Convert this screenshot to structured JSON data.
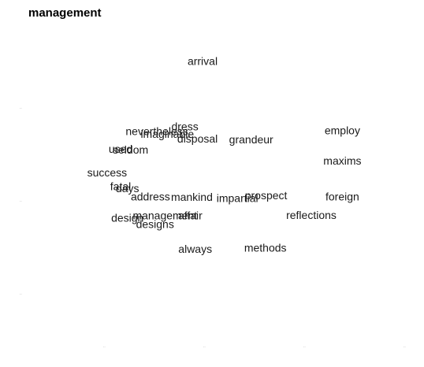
{
  "chart_data": {
    "type": "scatter",
    "title": "management",
    "xlabel": "",
    "ylabel": "",
    "x_ticks": [
      "..",
      "..",
      "..",
      ".."
    ],
    "y_ticks": [
      "..",
      "..",
      ".."
    ],
    "xlim": [
      0,
      100
    ],
    "ylim": [
      0,
      100
    ],
    "grid": false,
    "points": [
      {
        "label": "arrival",
        "x": 46.7,
        "y": 86.0
      },
      {
        "label": "dress",
        "x": 42.1,
        "y": 66.2
      },
      {
        "label": "nevertheless",
        "x": 34.8,
        "y": 64.8
      },
      {
        "label": "imaginable",
        "x": 37.5,
        "y": 64.0
      },
      {
        "label": "disposal",
        "x": 45.4,
        "y": 62.6
      },
      {
        "label": "grandeur",
        "x": 59.4,
        "y": 62.3
      },
      {
        "label": "employ",
        "x": 83.2,
        "y": 65.0
      },
      {
        "label": "used",
        "x": 25.3,
        "y": 59.4
      },
      {
        "label": "seldom",
        "x": 27.9,
        "y": 59.2
      },
      {
        "label": "maxims",
        "x": 83.2,
        "y": 55.9
      },
      {
        "label": "success",
        "x": 21.8,
        "y": 52.3
      },
      {
        "label": "fatal",
        "x": 25.3,
        "y": 48.1
      },
      {
        "label": "days",
        "x": 27.1,
        "y": 47.5
      },
      {
        "label": "address",
        "x": 33.1,
        "y": 45.0
      },
      {
        "label": "mankind",
        "x": 43.9,
        "y": 44.9
      },
      {
        "label": "impartial",
        "x": 55.8,
        "y": 44.6
      },
      {
        "label": "prospect",
        "x": 63.3,
        "y": 45.4
      },
      {
        "label": "foreign",
        "x": 83.2,
        "y": 45.1
      },
      {
        "label": "reflections",
        "x": 75.1,
        "y": 39.5
      },
      {
        "label": "management",
        "x": 36.9,
        "y": 39.3
      },
      {
        "label": "affair",
        "x": 43.5,
        "y": 39.3
      },
      {
        "label": "design",
        "x": 27.1,
        "y": 38.6
      },
      {
        "label": "designs",
        "x": 34.3,
        "y": 36.7
      },
      {
        "label": "always",
        "x": 44.8,
        "y": 29.2
      },
      {
        "label": "methods",
        "x": 63.1,
        "y": 29.6
      }
    ]
  }
}
